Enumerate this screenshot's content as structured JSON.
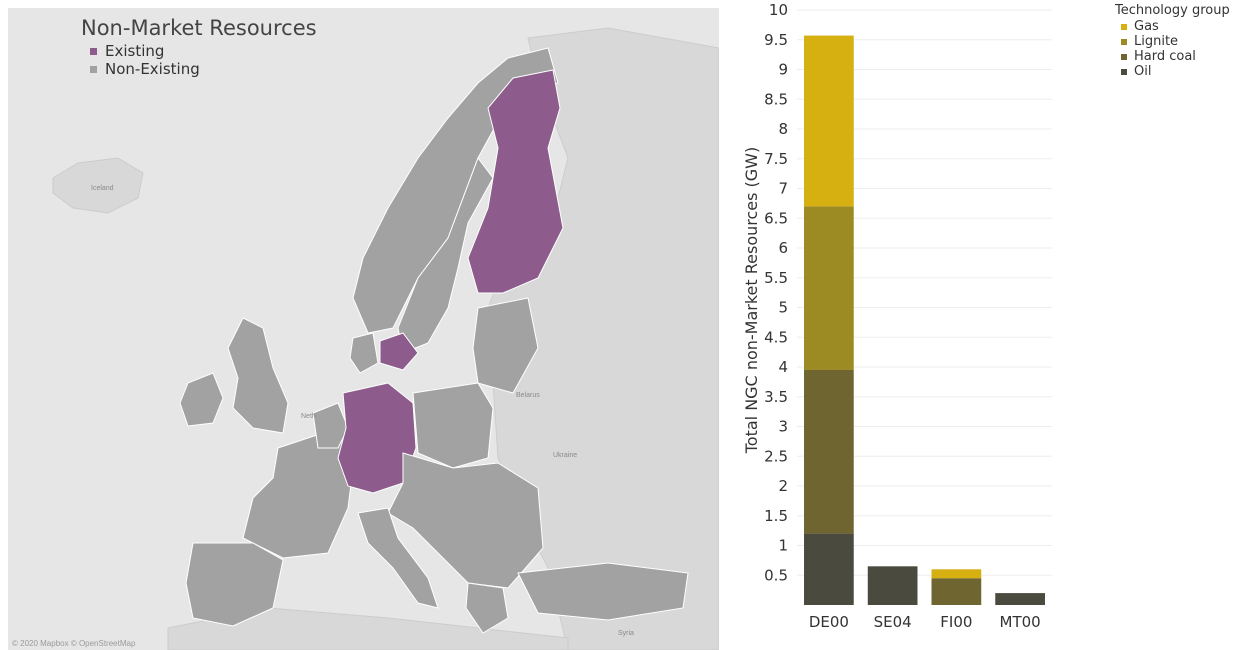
{
  "map": {
    "title": "Non-Market Resources",
    "legend": [
      {
        "label": "Existing",
        "color": "#8d5c8d"
      },
      {
        "label": "Non-Existing",
        "color": "#a2a2a2"
      }
    ],
    "place_labels": {
      "iceland": "Iceland",
      "belarus": "Belarus",
      "ukraine": "Ukraine",
      "neth": "Neth",
      "syria": "Syria"
    },
    "attribution": "© 2020 Mapbox © OpenStreetMap",
    "colors": {
      "background": "#e6e6e6",
      "land": "#d8d8d8",
      "grey_country": "#a2a2a2",
      "purple_country": "#8d5c8d"
    }
  },
  "chart_data": {
    "type": "bar",
    "stacked": true,
    "categories": [
      "DE00",
      "SE04",
      "FI00",
      "MT00"
    ],
    "series": [
      {
        "name": "Oil",
        "color": "#4a4a3f",
        "values": [
          1.2,
          0.65,
          0,
          0.2
        ]
      },
      {
        "name": "Hard coal",
        "color": "#6e6530",
        "values": [
          2.75,
          0,
          0.45,
          0
        ]
      },
      {
        "name": "Lignite",
        "color": "#9c8a23",
        "values": [
          2.75,
          0,
          0,
          0
        ]
      },
      {
        "name": "Gas",
        "color": "#d6af10",
        "values": [
          2.87,
          0,
          0.15,
          0
        ]
      }
    ],
    "legend_title": "Technology group",
    "legend_order": [
      "Gas",
      "Lignite",
      "Hard coal",
      "Oil"
    ],
    "ylabel": "Total NGC non-Market Resources (GW)",
    "ylim": [
      0,
      10
    ],
    "yticks": [
      0.5,
      1,
      1.5,
      2,
      2.5,
      3,
      3.5,
      4,
      4.5,
      5,
      5.5,
      6,
      6.5,
      7,
      7.5,
      8,
      8.5,
      9,
      9.5,
      10
    ],
    "grid": true,
    "legend_position": "top-right"
  }
}
